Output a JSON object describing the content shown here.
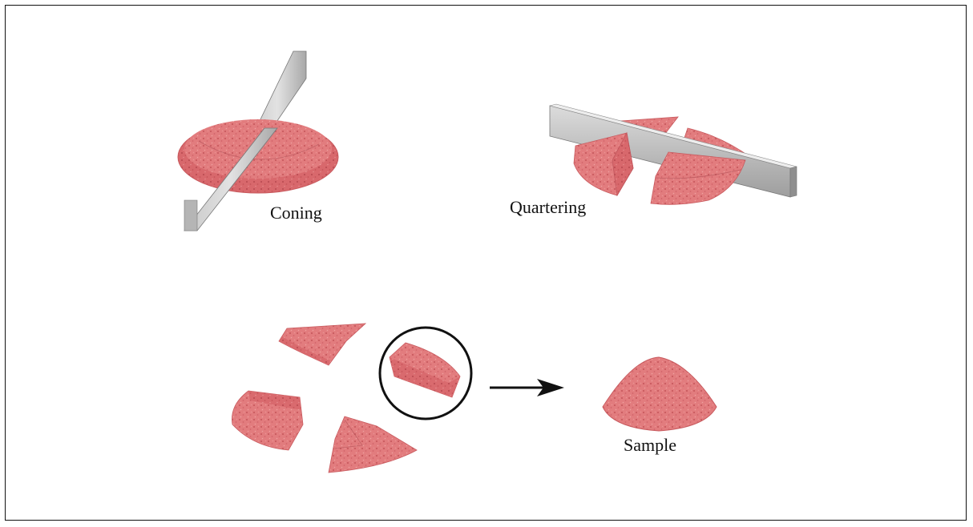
{
  "labels": {
    "coning": "Coning",
    "quartering": "Quartering",
    "sample": "Sample"
  },
  "colors": {
    "sample_fill": "#e0787a",
    "sample_dark": "#c85a5e",
    "speckle": "#b8434a",
    "blade_light": "#d6d6d6",
    "blade_dark": "#9a9a9a",
    "outline": "#111111"
  }
}
